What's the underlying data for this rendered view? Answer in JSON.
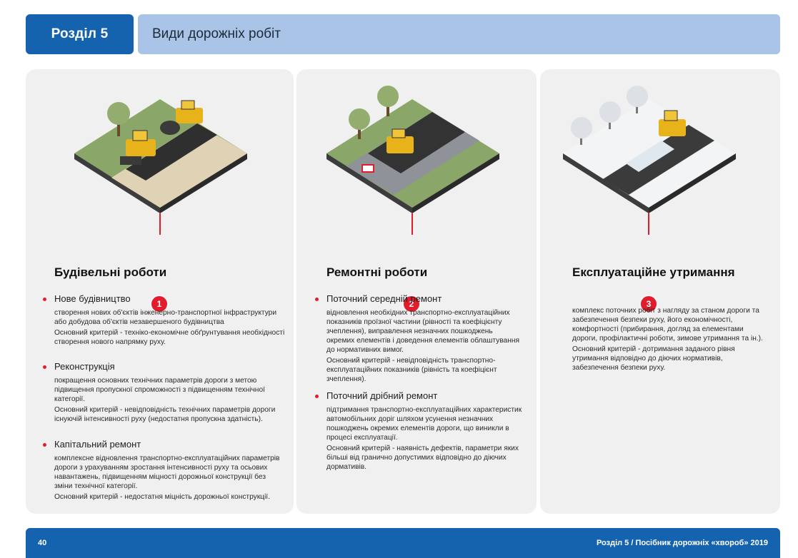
{
  "header": {
    "section_label": "Розділ 5",
    "title": "Види дорожніх робіт"
  },
  "cards": [
    {
      "number": "1",
      "title": "Будівельні роботи",
      "items": [
        {
          "heading": "Нове будівництво",
          "lines": [
            "створення нових об'єктів інженерно-транспортної інфраструктури або добудова об'єктів незавершеного будівництва",
            "Основний критерій - техніко-економічне обґрунтування необхідності створення нового напрямку руху."
          ]
        },
        {
          "heading": "Реконструкція",
          "lines": [
            "покращення основних технічних параметрів дороги з метою підвищення пропускної спроможності з підвищенням технічної категорії.",
            "Основний критерій - невідповідність технічних параметрів дороги існуючій інтенсивності руху (недостатня пропускна здатність)."
          ]
        },
        {
          "heading": "Капітальний ремонт",
          "lines": [
            "комплексне відновлення транспортно-експлуатаційних параметрів дороги з урахуванням зростання інтенсивності руху та осьових навантажень, підвищенням міцності дорожньої конструкції без зміни технічної категорії.",
            "Основний критерій - недостатня міцність дорожньої конструкції."
          ]
        }
      ]
    },
    {
      "number": "2",
      "title": "Ремонтні роботи",
      "items": [
        {
          "heading": "Поточний середній ремонт",
          "lines": [
            "відновлення необхідних транспортно-експлуатаційних показників проїзної частини (рівності та коефіцієнту зчеплення), виправлення незначних пошкоджень окремих елементів і доведення елементів облаштування до нормативних вимог.",
            "Основний критерій - невідповідність транспортно-експлуатаційних показників (рівність та коефіцієнт зчеплення)."
          ]
        },
        {
          "heading": "Поточний дрібний ремонт",
          "lines": [
            "підтримання транспортно-експлуатаційних характеристик автомобільних доріг шляхом усунення незначних пошкоджень окремих елементів дороги, що виникли в процесі експлуатації.",
            "Основний критерій - наявність дефектів, параметри яких більші від гранично допустимих відповідно до діючих дормативів."
          ]
        }
      ]
    },
    {
      "number": "3",
      "title": "Експлуатаційне утримання",
      "items": [
        {
          "heading": "",
          "lines": [
            "комплекс поточних робіт з нагляду за станом дороги та забезпечення безпеки руху, його економічності, комфортності (прибирання, догляд за елементами дороги, профілактичні роботи, зимове утримання та ін.).",
            "Основний критерій - дотримання заданого рівня утримання відповідно до діючих нормативів, забезпечення безпеки руху."
          ]
        }
      ]
    }
  ],
  "footer": {
    "page_number": "40",
    "text": "Розділ 5 / Посібник дорожніх «хвороб» 2019"
  },
  "colors": {
    "primary_blue": "#1563ae",
    "light_blue": "#a9c4e6",
    "accent_red": "#e11d2b",
    "card_bg": "#f0f0f0"
  }
}
